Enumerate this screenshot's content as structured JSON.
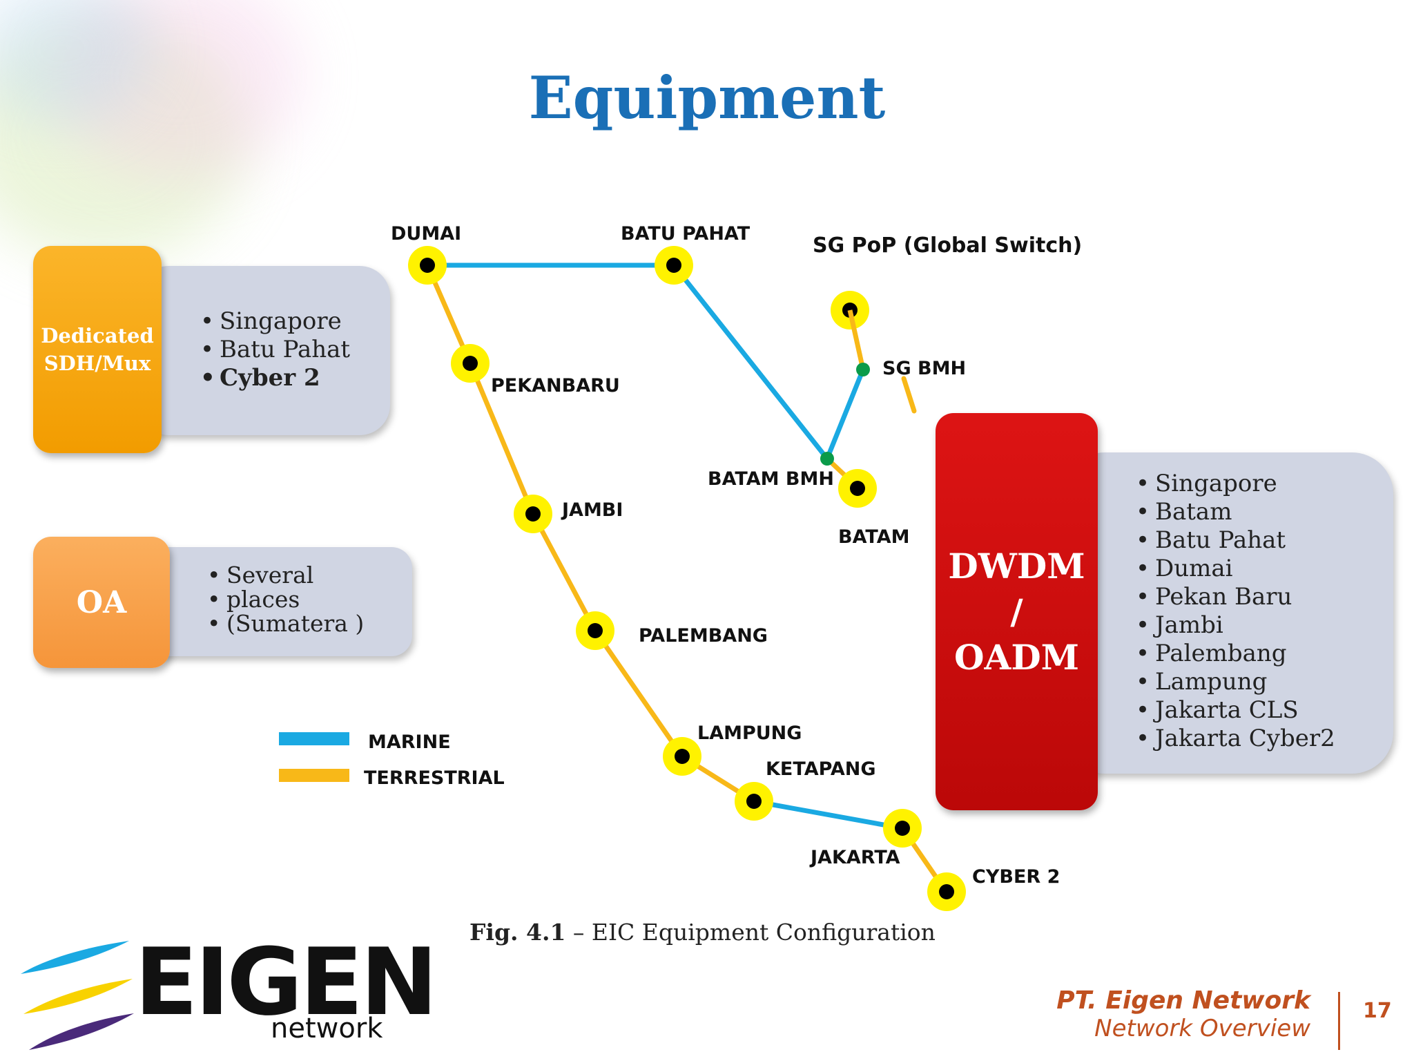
{
  "title": "Equipment",
  "boxes": {
    "sdh": {
      "label_line1": "Dedicated",
      "label_line2": "SDH/Mux",
      "color": "#f5a20f",
      "items": [
        "Singapore",
        "Batu Pahat",
        "Cyber 2"
      ]
    },
    "oa": {
      "label": "OA",
      "color": "#f9a04a",
      "items": [
        "Several",
        "places",
        "(Sumatera )"
      ]
    },
    "dwdm": {
      "label_line1": "DWDM",
      "label_line2": "/",
      "label_line3": "OADM",
      "color": "#cc0b0b",
      "items": [
        "Singapore",
        "Batam",
        "Batu Pahat",
        "Dumai",
        "Pekan Baru",
        "Jambi",
        "Palembang",
        "Lampung",
        "Jakarta CLS",
        "Jakarta Cyber2"
      ]
    }
  },
  "nodes": {
    "dumai": "DUMAI",
    "batu_pahat": "BATU PAHAT",
    "sg_pop": "SG PoP (Global Switch)",
    "sg_bmh": "SG BMH",
    "pekanbaru": "PEKANBARU",
    "batam_bmh": "BATAM BMH",
    "batam": "BATAM",
    "jambi": "JAMBI",
    "palembang": "PALEMBANG",
    "lampung": "LAMPUNG",
    "ketapang": "KETAPANG",
    "jakarta": "JAKARTA",
    "cyber2": "CYBER 2"
  },
  "legend": {
    "marine": "MARINE",
    "terrestrial": "TERRESTRIAL",
    "marine_color": "#1aa9e2",
    "terrestrial_color": "#f8b818"
  },
  "caption": {
    "fig": "Fig. 4.1",
    "text": " – EIC Equipment Configuration"
  },
  "footer": {
    "logo_word": "EIGEN",
    "logo_sub": "network",
    "company": "PT. Eigen Network",
    "subtitle": "Network Overview",
    "page": "17"
  }
}
